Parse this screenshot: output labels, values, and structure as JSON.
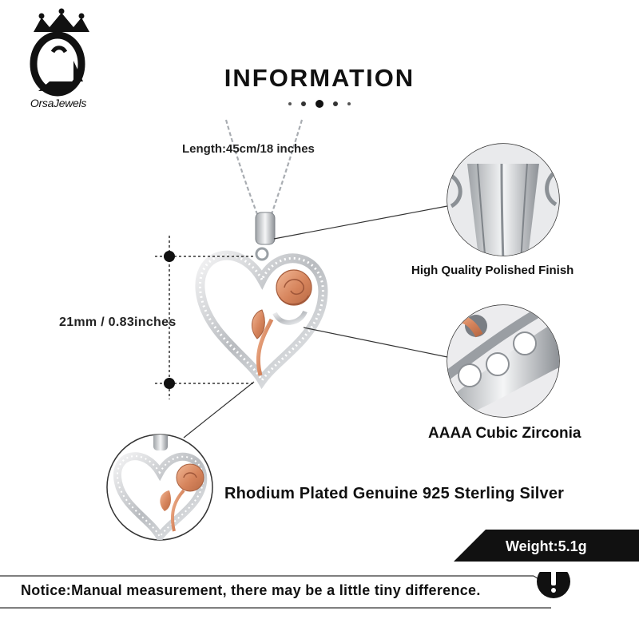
{
  "brand": {
    "name": "OrsaJewels"
  },
  "header": {
    "title": "INFORMATION"
  },
  "measurements": {
    "length": "Length:45cm/18 inches",
    "pendant_size": "21mm / 0.83inches",
    "weight": "Weight:5.1g"
  },
  "features": [
    "High Quality Polished Finish",
    "AAAA Cubic Zirconia",
    "Rhodium Plated Genuine 925 Sterling Silver"
  ],
  "notice": {
    "text": "Notice:Manual measurement, there may be a little tiny difference.",
    "icon": "exclamation-icon"
  },
  "colors": {
    "silver": "#c9cbce",
    "rose_gold": "#d98e66",
    "dark": "#111111"
  }
}
